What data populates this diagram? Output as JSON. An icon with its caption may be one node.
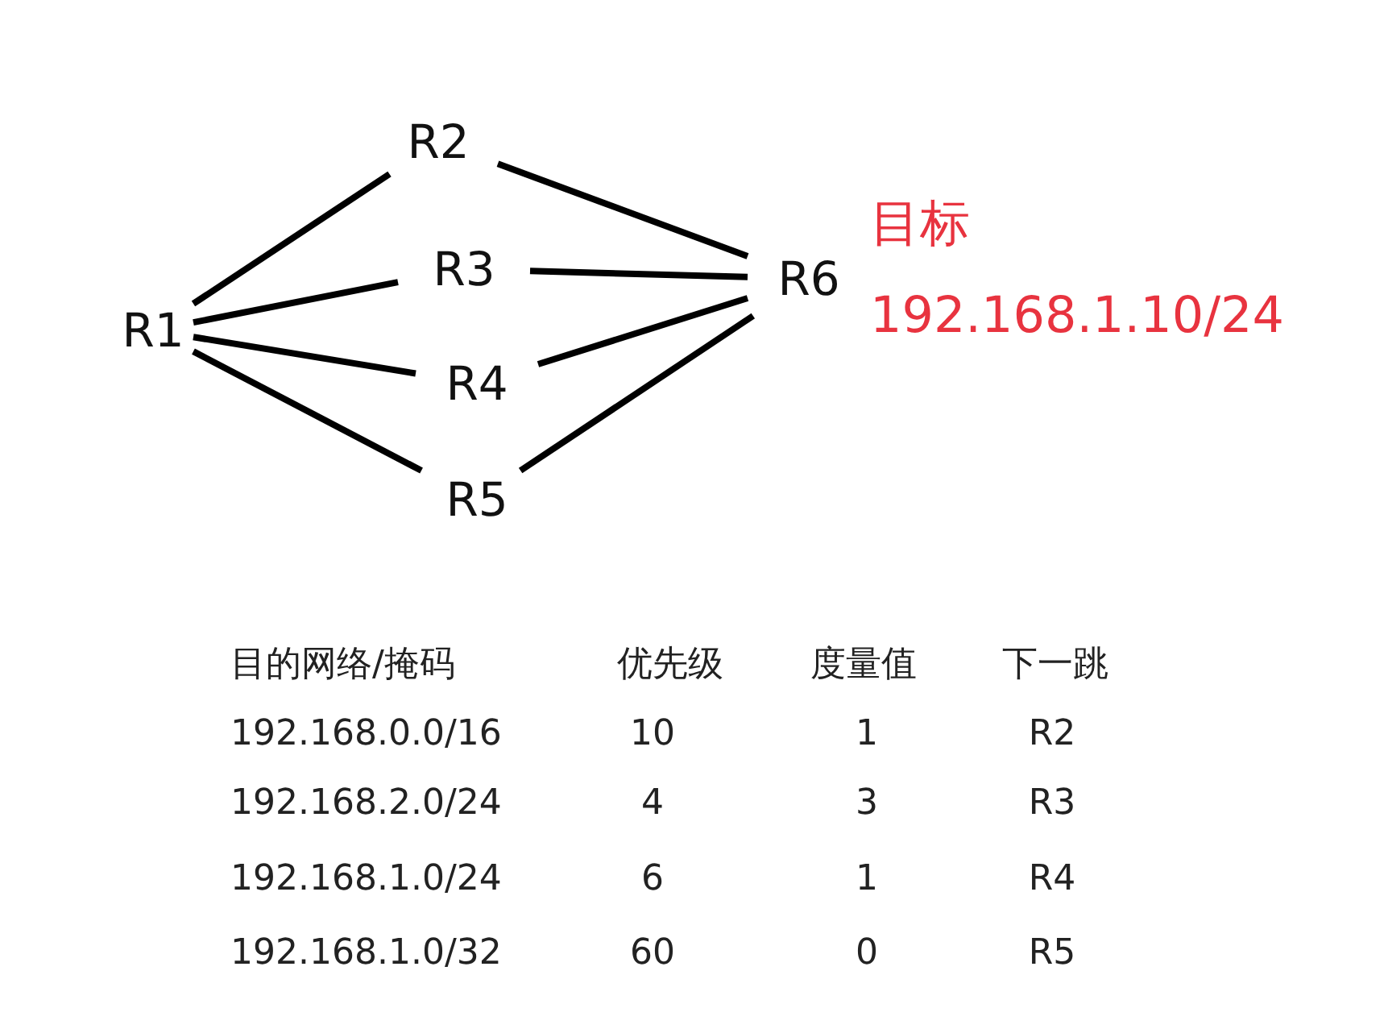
{
  "diagram": {
    "nodes": [
      {
        "text": [
          "R1"
        ]
      },
      {
        "text": [
          "R2"
        ]
      },
      {
        "text": [
          "R3"
        ]
      },
      {
        "text": [
          "R4"
        ]
      },
      {
        "text": [
          "R5"
        ]
      },
      {
        "text": [
          "R6"
        ],
        "beside": [
          "目标",
          "192.168.1.10/24"
        ]
      }
    ],
    "edges": [
      {
        "from": 0,
        "to": 1,
        "arrow": "none"
      },
      {
        "from": 0,
        "to": 2,
        "arrow": "none"
      },
      {
        "from": 0,
        "to": 3,
        "arrow": "none"
      },
      {
        "from": 0,
        "to": 4,
        "arrow": "none"
      },
      {
        "from": 1,
        "to": 5,
        "arrow": "none"
      },
      {
        "from": 2,
        "to": 5,
        "arrow": "none"
      },
      {
        "from": 3,
        "to": 5,
        "arrow": "none"
      },
      {
        "from": 4,
        "to": 5,
        "arrow": "none"
      }
    ],
    "labels": [
      "目的网络/掩码",
      "优先级",
      "度量值",
      "下一跳",
      "192.168.0.0/16",
      "10",
      "1",
      "R2",
      "192.168.2.0/24",
      "4",
      "3",
      "R3",
      "192.168.1.0/24",
      "6",
      "1",
      "R4",
      "192.168.1.0/32",
      "60",
      "0",
      "R5"
    ]
  }
}
